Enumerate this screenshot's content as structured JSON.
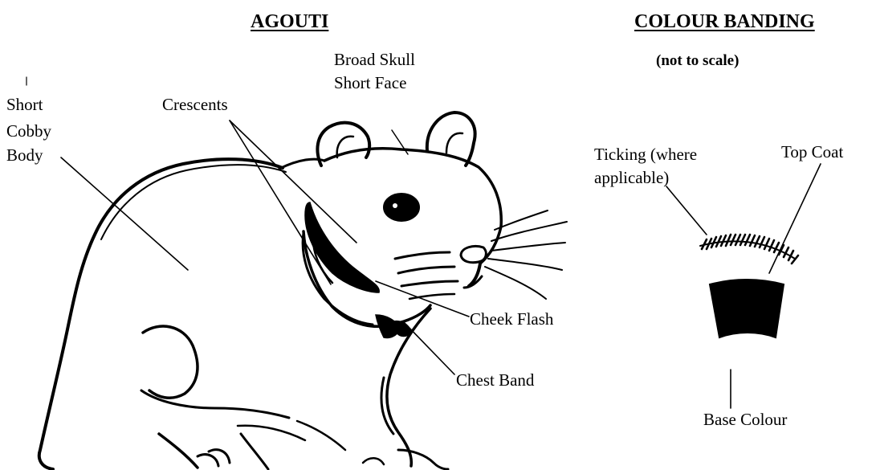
{
  "titles": {
    "left": "AGOUTI",
    "right": "COLOUR BANDING",
    "right_note": "(not to scale)"
  },
  "labels": {
    "body_line1": "Short",
    "body_line2": "Cobby",
    "body_line3": "Body",
    "crescents": "Crescents",
    "skull_line1": "Broad Skull",
    "skull_line2": "Short Face",
    "cheek_flash": "Cheek Flash",
    "chest_band": "Chest Band",
    "ticking_line1": "Ticking (where",
    "ticking_line2": "applicable)",
    "top_coat": "Top Coat",
    "base_colour": "Base Colour"
  },
  "illustration": {
    "subject": "hamster-line-drawing",
    "ink_color": "#000000",
    "background": "#ffffff"
  }
}
